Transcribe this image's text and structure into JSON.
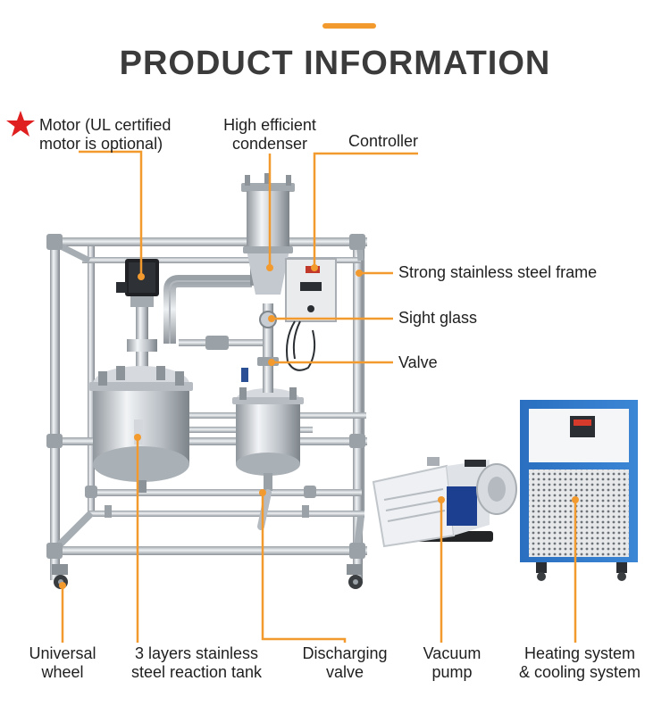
{
  "header": {
    "title": "PRODUCT INFORMATION",
    "accent_color": "#f39a2e"
  },
  "labels": {
    "motor_line1": "Motor (UL certified",
    "motor_line2": "motor is optional)",
    "condenser_line1": "High efficient",
    "condenser_line2": "condenser",
    "controller": "Controller",
    "frame": "Strong stainless steel frame",
    "sight_glass": "Sight glass",
    "valve": "Valve",
    "wheel_line1": "Universal",
    "wheel_line2": "wheel",
    "tank_line1": "3 layers stainless",
    "tank_line2": "steel reaction tank",
    "discharge_line1": "Discharging",
    "discharge_line2": "valve",
    "pump_line1": "Vacuum",
    "pump_line2": "pump",
    "heating_line1": "Heating system",
    "heating_line2": "& cooling system"
  },
  "icons": {
    "star": "star-icon",
    "star_color": "#e02020"
  },
  "colors": {
    "leader_line": "#f39a2e",
    "steel": "#c9ced3",
    "chiller_blue": "#2a6fc0",
    "pump_body": "#eef0f3",
    "pump_blue": "#1d3f8f"
  }
}
